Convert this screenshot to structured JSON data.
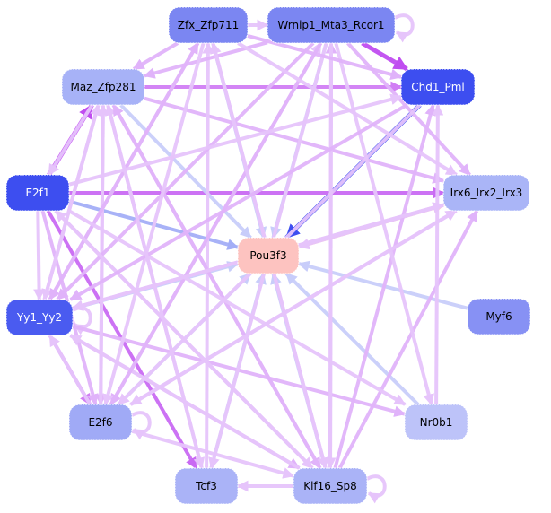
{
  "graph": {
    "title": "",
    "nodes": [
      {
        "id": "Zfx_Zfp711",
        "label": "Zfx_Zfp711",
        "fill": "#7b86f2",
        "text_color": "#000000"
      },
      {
        "id": "Wrnip1_Mta3_Rcor1",
        "label": "Wrnip1_Mta3_Rcor1",
        "fill": "#7b86f2",
        "text_color": "#000000"
      },
      {
        "id": "Maz_Zfp281",
        "label": "Maz_Zfp281",
        "fill": "#a7b2f7",
        "text_color": "#000000"
      },
      {
        "id": "Chd1_Pml",
        "label": "Chd1_Pml",
        "fill": "#3d4ef0",
        "text_color": "#ffffff"
      },
      {
        "id": "E2f1",
        "label": "E2f1",
        "fill": "#3d4ef0",
        "text_color": "#ffffff"
      },
      {
        "id": "Irx6_Irx2_Irx3",
        "label": "Irx6_Irx2_Irx3",
        "fill": "#aab5f7",
        "text_color": "#000000"
      },
      {
        "id": "Pou3f3",
        "label": "Pou3f3",
        "fill": "#fdc3c0",
        "text_color": "#000000"
      },
      {
        "id": "Yy1_Yy2",
        "label": "Yy1_Yy2",
        "fill": "#4a5bf0",
        "text_color": "#ffffff"
      },
      {
        "id": "Myf6",
        "label": "Myf6",
        "fill": "#8791f4",
        "text_color": "#000000"
      },
      {
        "id": "E2f6",
        "label": "E2f6",
        "fill": "#a0aaf6",
        "text_color": "#000000"
      },
      {
        "id": "Nr0b1",
        "label": "Nr0b1",
        "fill": "#bdc3f9",
        "text_color": "#000000"
      },
      {
        "id": "Tcf3",
        "label": "Tcf3",
        "fill": "#aab3f7",
        "text_color": "#000000"
      },
      {
        "id": "Klf16_Sp8",
        "label": "Klf16_Sp8",
        "fill": "#aab3f7",
        "text_color": "#000000"
      }
    ],
    "edges": [
      {
        "from": "Zfx_Zfp711",
        "to": "Wrnip1_Mta3_Rcor1",
        "color": "#e6c4fb"
      },
      {
        "from": "Wrnip1_Mta3_Rcor1",
        "to": "Wrnip1_Mta3_Rcor1",
        "color": "#e6c4fb"
      },
      {
        "from": "Wrnip1_Mta3_Rcor1",
        "to": "Chd1_Pml",
        "color": "#c04df0"
      },
      {
        "from": "Chd1_Pml",
        "to": "Pou3f3",
        "color": "#3d4ef0"
      },
      {
        "from": "E2f1",
        "to": "Maz_Zfp281",
        "color": "#c04df0"
      },
      {
        "from": "Maz_Zfp281",
        "to": "E2f1",
        "color": "#e6c4fb"
      },
      {
        "from": "E2f1",
        "to": "Irx6_Irx2_Irx3",
        "color": "#c96af3"
      },
      {
        "from": "E2f1",
        "to": "Pou3f3",
        "color": "#a3aef7"
      },
      {
        "from": "Maz_Zfp281",
        "to": "Chd1_Pml",
        "color": "#d17ef4"
      },
      {
        "from": "Maz_Zfp281",
        "to": "Pou3f3",
        "color": "#c8cdfa"
      },
      {
        "from": "Pou3f3",
        "to": "Irx6_Irx2_Irx3",
        "color": "#fdc3c0"
      },
      {
        "from": "Myf6",
        "to": "Pou3f3",
        "color": "#c8cdfa"
      },
      {
        "from": "Yy1_Yy2",
        "to": "Pou3f3",
        "color": "#c8cdfa"
      },
      {
        "from": "E2f6",
        "to": "Pou3f3",
        "color": "#c8cdfa"
      },
      {
        "from": "Tcf3",
        "to": "Pou3f3",
        "color": "#c8cdfa"
      },
      {
        "from": "Klf16_Sp8",
        "to": "Pou3f3",
        "color": "#c8cdfa"
      },
      {
        "from": "Nr0b1",
        "to": "Pou3f3",
        "color": "#c8cdfa"
      },
      {
        "from": "Zfx_Zfp711",
        "to": "Pou3f3",
        "color": "#c8cdfa"
      },
      {
        "from": "Wrnip1_Mta3_Rcor1",
        "to": "Pou3f3",
        "color": "#c8cdfa"
      },
      {
        "from": "Irx6_Irx2_Irx3",
        "to": "Pou3f3",
        "color": "#e6c4fb"
      },
      {
        "from": "Klf16_Sp8",
        "to": "Tcf3",
        "color": "#e6c4fb"
      },
      {
        "from": "Klf16_Sp8",
        "to": "Klf16_Sp8",
        "color": "#e6c4fb"
      },
      {
        "from": "E2f6",
        "to": "E2f6",
        "color": "#e6c4fb"
      },
      {
        "from": "Yy1_Yy2",
        "to": "Yy1_Yy2",
        "color": "#e6c4fb"
      },
      {
        "from": "Yy1_Yy2",
        "to": "E2f6",
        "color": "#d17ef4"
      },
      {
        "from": "E2f6",
        "to": "Yy1_Yy2",
        "color": "#e6c4fb"
      },
      {
        "from": "E2f1",
        "to": "Yy1_Yy2",
        "color": "#e6c4fb"
      },
      {
        "from": "E2f1",
        "to": "Tcf3",
        "color": "#c96af3"
      },
      {
        "from": "E2f1",
        "to": "E2f6",
        "color": "#e0b3fa"
      },
      {
        "from": "Maz_Zfp281",
        "to": "E2f6",
        "color": "#e0b3fa"
      },
      {
        "from": "Maz_Zfp281",
        "to": "Yy1_Yy2",
        "color": "#e6c4fb"
      },
      {
        "from": "Maz_Zfp281",
        "to": "Irx6_Irx2_Irx3",
        "color": "#e0b3fa"
      },
      {
        "from": "Maz_Zfp281",
        "to": "Klf16_Sp8",
        "color": "#e0b3fa"
      },
      {
        "from": "Yy1_Yy2",
        "to": "Irx6_Irx2_Irx3",
        "color": "#e6c4fb"
      },
      {
        "from": "Yy1_Yy2",
        "to": "Nr0b1",
        "color": "#e0b3fa"
      },
      {
        "from": "Yy1_Yy2",
        "to": "Klf16_Sp8",
        "color": "#e0b3fa"
      },
      {
        "from": "Yy1_Yy2",
        "to": "Maz_Zfp281",
        "color": "#e6c4fb"
      },
      {
        "from": "Yy1_Yy2",
        "to": "Zfx_Zfp711",
        "color": "#e0b3fa"
      },
      {
        "from": "E2f6",
        "to": "Wrnip1_Mta3_Rcor1",
        "color": "#e6c4fb"
      },
      {
        "from": "E2f6",
        "to": "Maz_Zfp281",
        "color": "#e6c4fb"
      },
      {
        "from": "E2f6",
        "to": "Irx6_Irx2_Irx3",
        "color": "#e6c4fb"
      },
      {
        "from": "Tcf3",
        "to": "Maz_Zfp281",
        "color": "#e6c4fb"
      },
      {
        "from": "Tcf3",
        "to": "Zfx_Zfp711",
        "color": "#e6c4fb"
      },
      {
        "from": "Klf16_Sp8",
        "to": "Maz_Zfp281",
        "color": "#e0b3fa"
      },
      {
        "from": "Klf16_Sp8",
        "to": "Wrnip1_Mta3_Rcor1",
        "color": "#e0b3fa"
      },
      {
        "from": "Klf16_Sp8",
        "to": "Zfx_Zfp711",
        "color": "#e6c4fb"
      },
      {
        "from": "Klf16_Sp8",
        "to": "Chd1_Pml",
        "color": "#e0b3fa"
      },
      {
        "from": "Klf16_Sp8",
        "to": "Irx6_Irx2_Irx3",
        "color": "#e0b3fa"
      },
      {
        "from": "Klf16_Sp8",
        "to": "E2f1",
        "color": "#e6c4fb"
      },
      {
        "from": "Klf16_Sp8",
        "to": "Yy1_Yy2",
        "color": "#e6c4fb"
      },
      {
        "from": "Nr0b1",
        "to": "Chd1_Pml",
        "color": "#e6c4fb"
      },
      {
        "from": "Wrnip1_Mta3_Rcor1",
        "to": "Nr0b1",
        "color": "#e6c4fb"
      },
      {
        "from": "Wrnip1_Mta3_Rcor1",
        "to": "Irx6_Irx2_Irx3",
        "color": "#e0b3fa"
      },
      {
        "from": "Wrnip1_Mta3_Rcor1",
        "to": "Maz_Zfp281",
        "color": "#e0b3fa"
      },
      {
        "from": "Wrnip1_Mta3_Rcor1",
        "to": "Yy1_Yy2",
        "color": "#e0b3fa"
      },
      {
        "from": "Wrnip1_Mta3_Rcor1",
        "to": "E2f6",
        "color": "#e0b3fa"
      },
      {
        "from": "Wrnip1_Mta3_Rcor1",
        "to": "Tcf3",
        "color": "#e6c4fb"
      },
      {
        "from": "Wrnip1_Mta3_Rcor1",
        "to": "Klf16_Sp8",
        "color": "#e6c4fb"
      },
      {
        "from": "Zfx_Zfp711",
        "to": "Maz_Zfp281",
        "color": "#e0b3fa"
      },
      {
        "from": "Zfx_Zfp711",
        "to": "Chd1_Pml",
        "color": "#e0b3fa"
      },
      {
        "from": "Zfx_Zfp711",
        "to": "Irx6_Irx2_Irx3",
        "color": "#e6c4fb"
      },
      {
        "from": "Zfx_Zfp711",
        "to": "E2f6",
        "color": "#e6c4fb"
      },
      {
        "from": "Zfx_Zfp711",
        "to": "Klf16_Sp8",
        "color": "#e6c4fb"
      },
      {
        "from": "Zfx_Zfp711",
        "to": "Yy1_Yy2",
        "color": "#e0b3fa"
      },
      {
        "from": "E2f1",
        "to": "Chd1_Pml",
        "color": "#e6c4fb"
      },
      {
        "from": "E2f1",
        "to": "Klf16_Sp8",
        "color": "#e6c4fb"
      },
      {
        "from": "E2f1",
        "to": "Nr0b1",
        "color": "#e6c4fb"
      },
      {
        "from": "Irx6_Irx2_Irx3",
        "to": "Yy1_Yy2",
        "color": "#e6c4fb"
      },
      {
        "from": "Irx6_Irx2_Irx3",
        "to": "E2f6",
        "color": "#e6c4fb"
      },
      {
        "from": "Chd1_Pml",
        "to": "E2f6",
        "color": "#e6c4fb"
      },
      {
        "from": "Chd1_Pml",
        "to": "Yy1_Yy2",
        "color": "#e0b3fa"
      },
      {
        "from": "Maz_Zfp281",
        "to": "Tcf3",
        "color": "#e6c4fb"
      },
      {
        "from": "E2f6",
        "to": "Klf16_Sp8",
        "color": "#e6c4fb"
      }
    ]
  }
}
